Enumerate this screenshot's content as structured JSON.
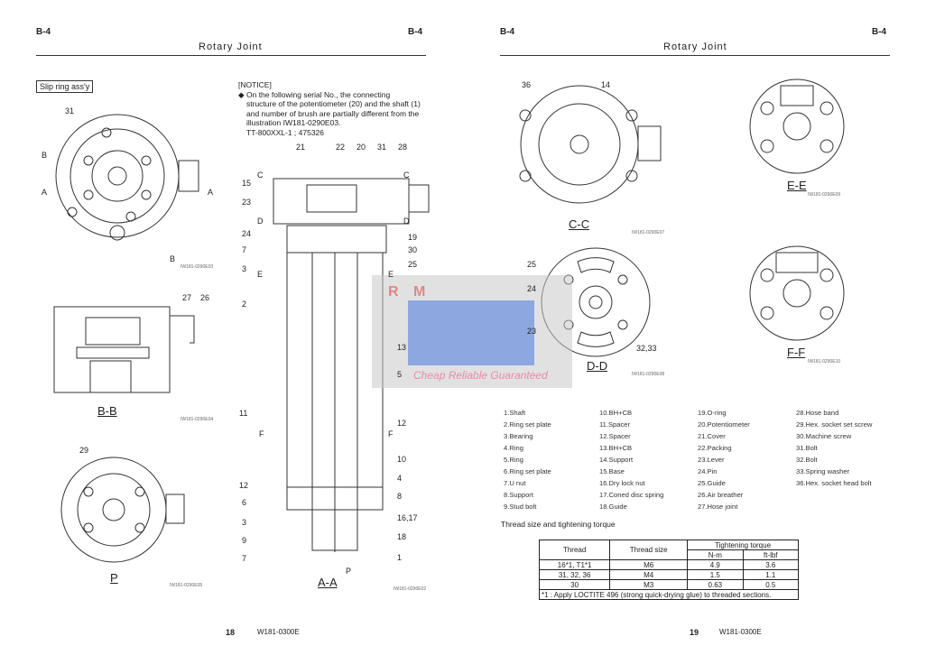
{
  "left_page": {
    "section": "B-4",
    "section_right": "B-4",
    "title": "Rotary Joint",
    "page_number": "18",
    "doc_code": "W181-0300E",
    "slip_ring_label": "Slip ring ass'y",
    "notice": {
      "heading": "[NOTICE]",
      "lines": [
        "On the following serial No., the connecting",
        "structure of the potentiometer (20) and the shaft (1)",
        "and number of brush are partially different from the",
        "illustration IW181-0290E03.",
        "TT-800XXL-1 ; 475326"
      ]
    },
    "views": {
      "bb": "B-B",
      "p": "P",
      "aa": "A-A"
    },
    "section_marks": {
      "b": "B",
      "a": "A",
      "c": "C",
      "d": "D",
      "e": "E",
      "f": "F",
      "p": "P"
    },
    "callouts": {
      "c31": "31",
      "c27": "27",
      "c26": "26",
      "c29": "29",
      "c21": "21",
      "c22": "22",
      "c20": "20",
      "c31b": "31",
      "c28": "28",
      "c15": "15",
      "c23": "23",
      "c24": "24",
      "c7": "7",
      "c3": "3",
      "c2": "2",
      "c11": "11",
      "c12": "12",
      "c6": "6",
      "c3b": "3",
      "c9": "9",
      "c7b": "7",
      "c19": "19",
      "c30": "30",
      "c25": "25",
      "c13": "13",
      "c5": "5",
      "c12b": "12",
      "c10": "10",
      "c4": "4",
      "c8": "8",
      "c1617": "16,17",
      "c18": "18",
      "c1": "1"
    },
    "drawing_codes": [
      "IW181-0290E03",
      "IW181-0290E04",
      "IW181-0290E05",
      "IW181-0290E02"
    ]
  },
  "right_page": {
    "section": "B-4",
    "section_right": "B-4",
    "title": "Rotary Joint",
    "page_number": "19",
    "doc_code": "W181-0300E",
    "views": {
      "cc": "C-C",
      "dd": "D-D",
      "ee": "E-E",
      "ff": "F-F"
    },
    "callouts": {
      "c36": "36",
      "c14": "14",
      "c25": "25",
      "c24": "24",
      "c23": "23",
      "c3233": "32,33"
    },
    "drawing_codes": [
      "IW181-0290E07",
      "IW181-0290E08",
      "IW181-0290E09",
      "IW181-0290E10"
    ],
    "parts": [
      [
        "1.Shaft",
        "2.Ring set plate",
        "3.Bearing",
        "4.Ring",
        "5.Ring",
        "6.Ring set plate",
        "7.U nut",
        "8.Support",
        "9.Stud bolt"
      ],
      [
        "10.BH+CB",
        "11.Spacer",
        "12.Spacer",
        "13.BH+CB",
        "14.Support",
        "15.Base",
        "16.Dry lock nut",
        "17.Coned disc spring",
        "18.Guide"
      ],
      [
        "19.O-ring",
        "20.Potentiometer",
        "21.Cover",
        "22.Packing",
        "23.Lever",
        "24.Pin",
        "25.Guide",
        "26.Air breather",
        "27.Hose joint"
      ],
      [
        "28.Hose band",
        "29.Hex. socket set screw",
        "30.Machine screw",
        "31.Bolt",
        "32.Bolt",
        "33.Spring washer",
        "36.Hex. socket head bolt"
      ]
    ],
    "torque": {
      "caption": "Thread size and tightening torque",
      "headers": {
        "thread": "Thread",
        "size": "Thread size",
        "torque": "Tightening torque",
        "nm": "N-m",
        "ftlbf": "ft-lbf"
      },
      "rows": [
        [
          "16*1, T1*1",
          "M6",
          "4.9",
          "3.6"
        ],
        [
          "31, 32, 36",
          "M4",
          "1.5",
          "1.1"
        ],
        [
          "30",
          "M3",
          "0.63",
          "0.5"
        ]
      ],
      "note": "*1 : Apply LOCTITE 496 (strong quick-drying glue) to threaded sections."
    }
  },
  "watermark": {
    "brand": "R M",
    "slogan": "Cheap Reliable Guaranteed",
    "color": "#3a63c8"
  }
}
